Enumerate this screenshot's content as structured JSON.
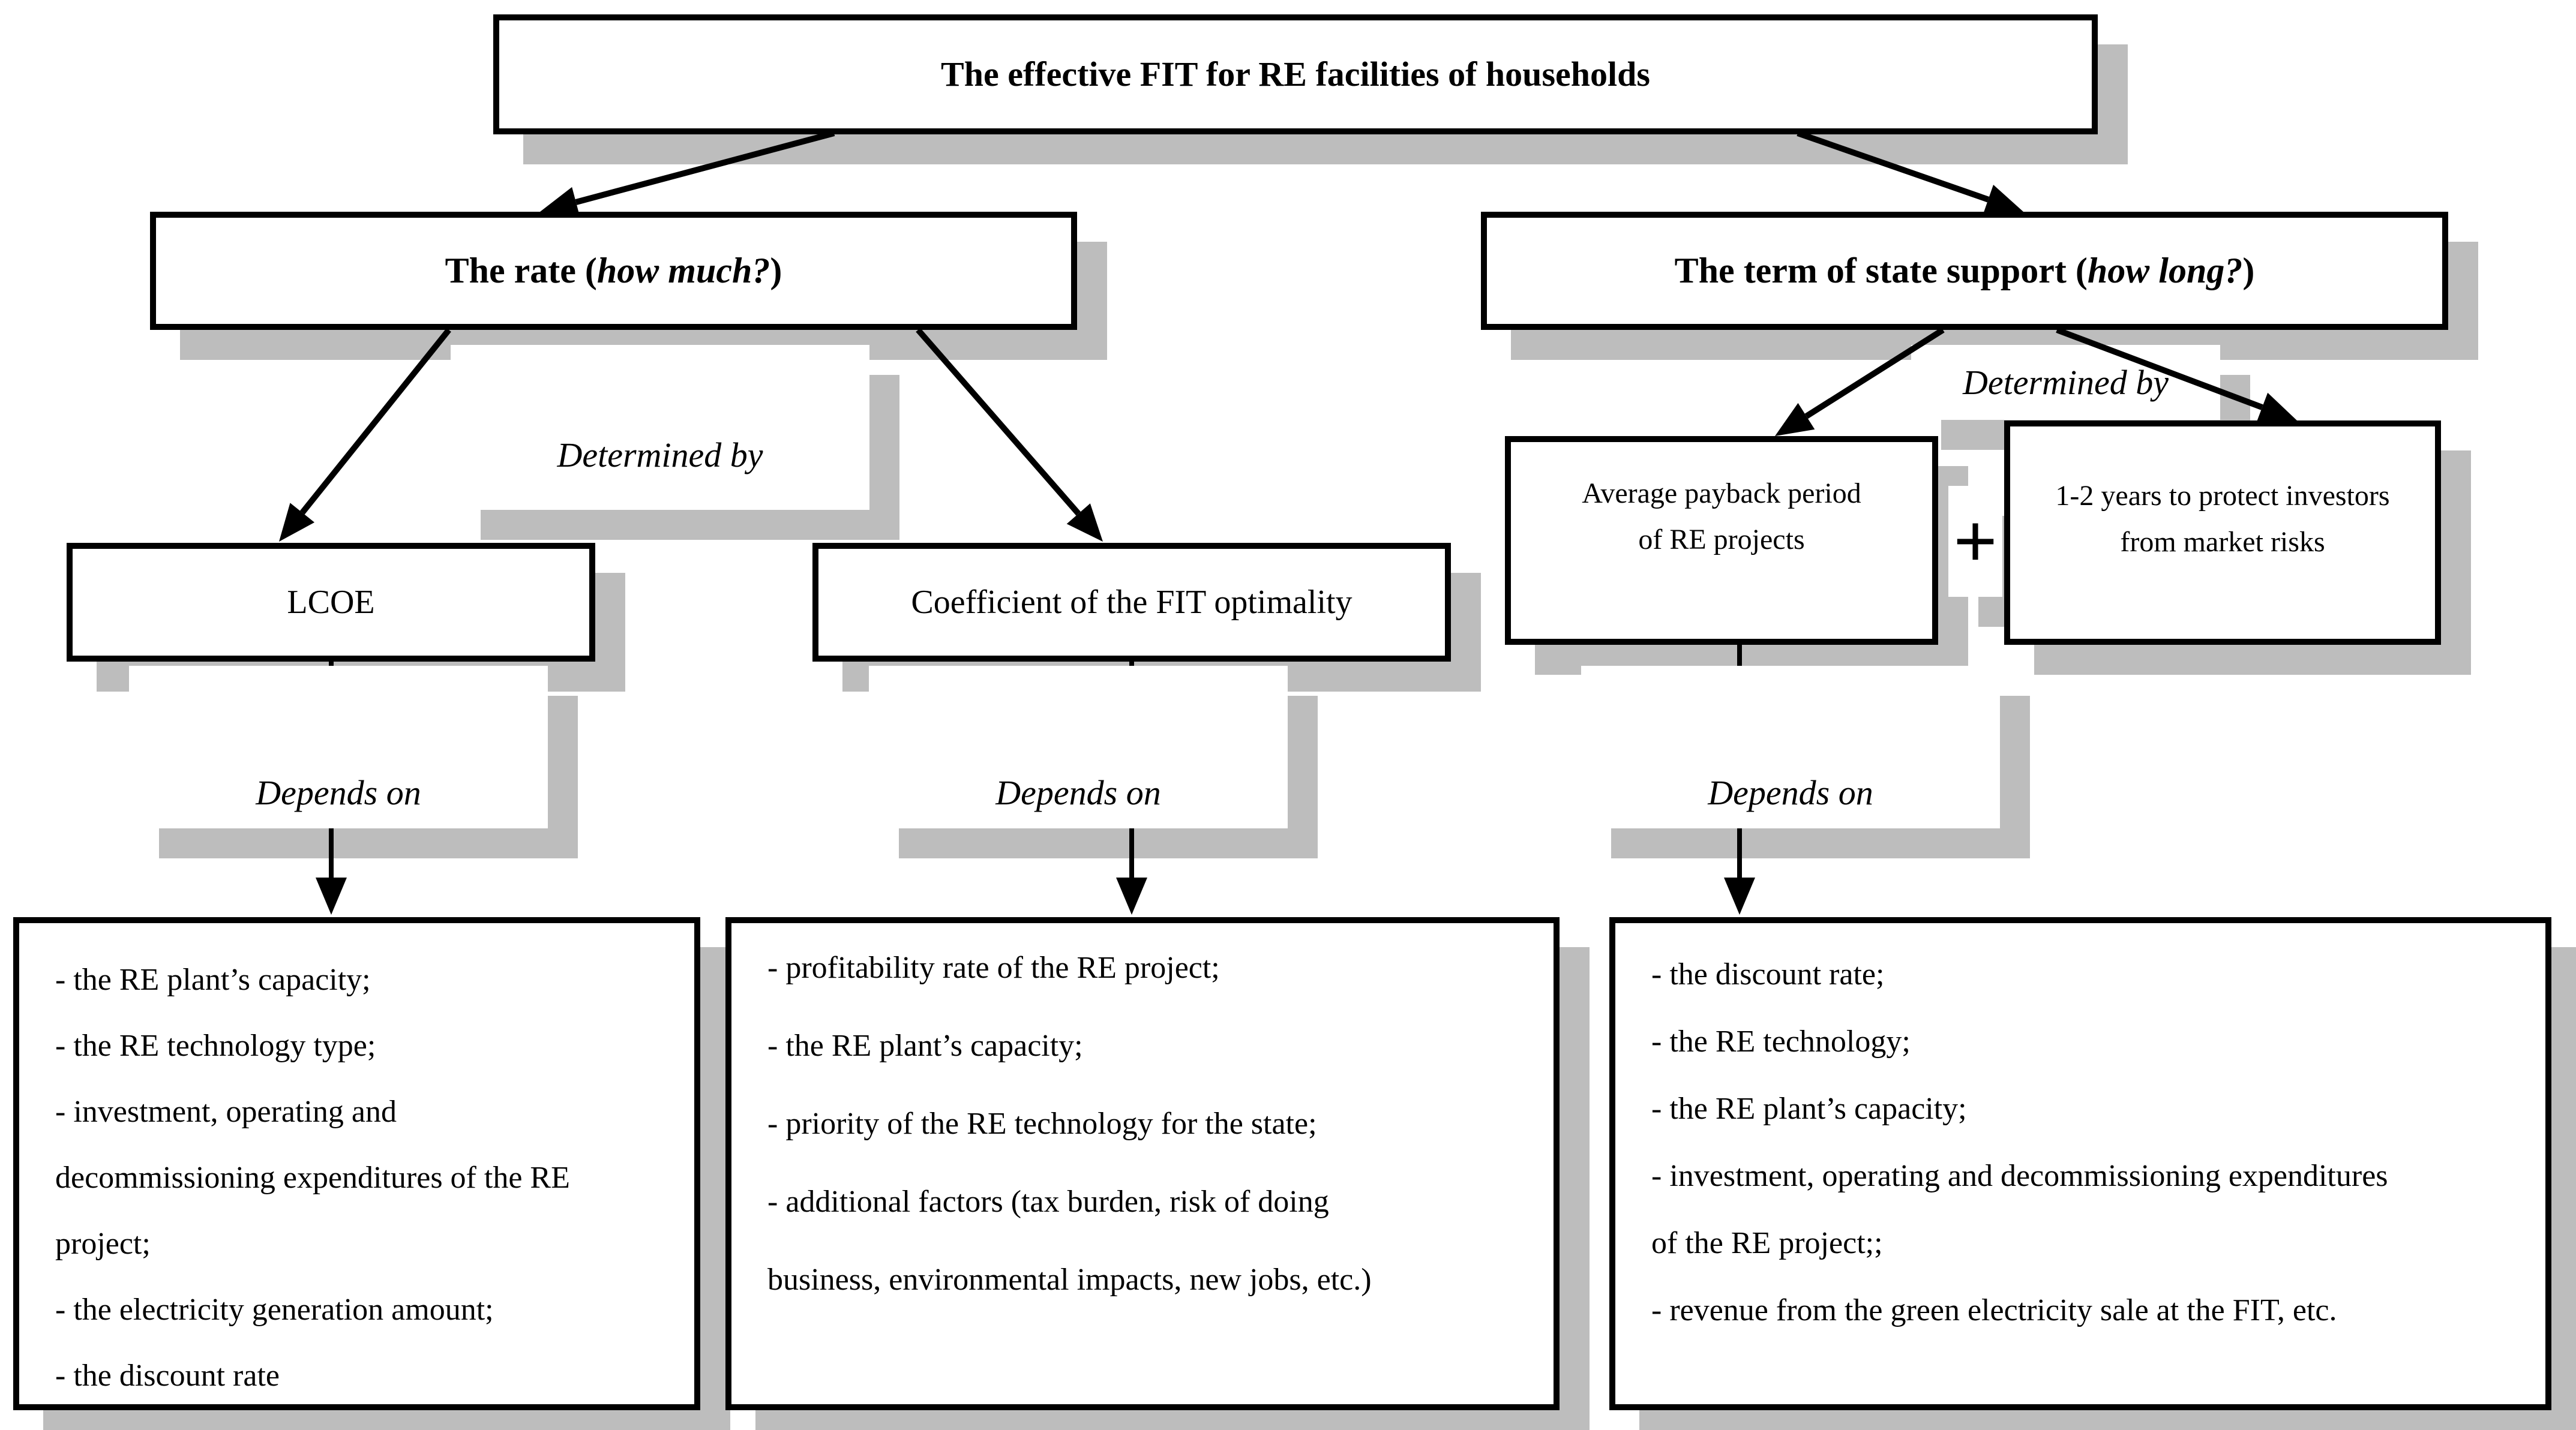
{
  "diagram": {
    "title": "The effective FIT for RE facilities of households",
    "rate": {
      "prefix": "The rate (",
      "question": "how much?",
      "suffix": ")"
    },
    "term": {
      "prefix": "The term of state support (",
      "question": "how long?",
      "suffix": ")"
    },
    "labels": {
      "determined_by": "Determined by",
      "depends_on": "Depends on",
      "plus": "+"
    },
    "nodes": {
      "lcoe": "LCOE",
      "coefficient": "Coefficient of the FIT optimality",
      "payback_line1": "Average payback period",
      "payback_line2": "of RE projects",
      "years_line1": "1-2 years to protect investors",
      "years_line2": "from market risks"
    },
    "factors": {
      "lcoe": [
        "- the RE plant’s capacity;",
        "- the RE technology type;",
        "- investment, operating and",
        "decommissioning expenditures of the RE",
        "project;",
        "- the electricity generation amount;",
        "- the discount rate"
      ],
      "coefficient": [
        "- profitability rate of the RE project;",
        "- the RE plant’s capacity;",
        "- priority of the RE technology for the state;",
        "- additional factors (tax burden, risk of doing",
        "business, environmental impacts, new jobs, etc.)"
      ],
      "payback": [
        "- the discount rate;",
        "- the RE technology;",
        "- the RE plant’s capacity;",
        "- investment, operating and decommissioning expenditures",
        "of the RE project;;",
        "- revenue from the green electricity sale at the FIT, etc."
      ]
    },
    "colors": {
      "background": "#ffffff",
      "border": "#000000",
      "shadow": "#bdbdbd",
      "text": "#000000"
    }
  }
}
